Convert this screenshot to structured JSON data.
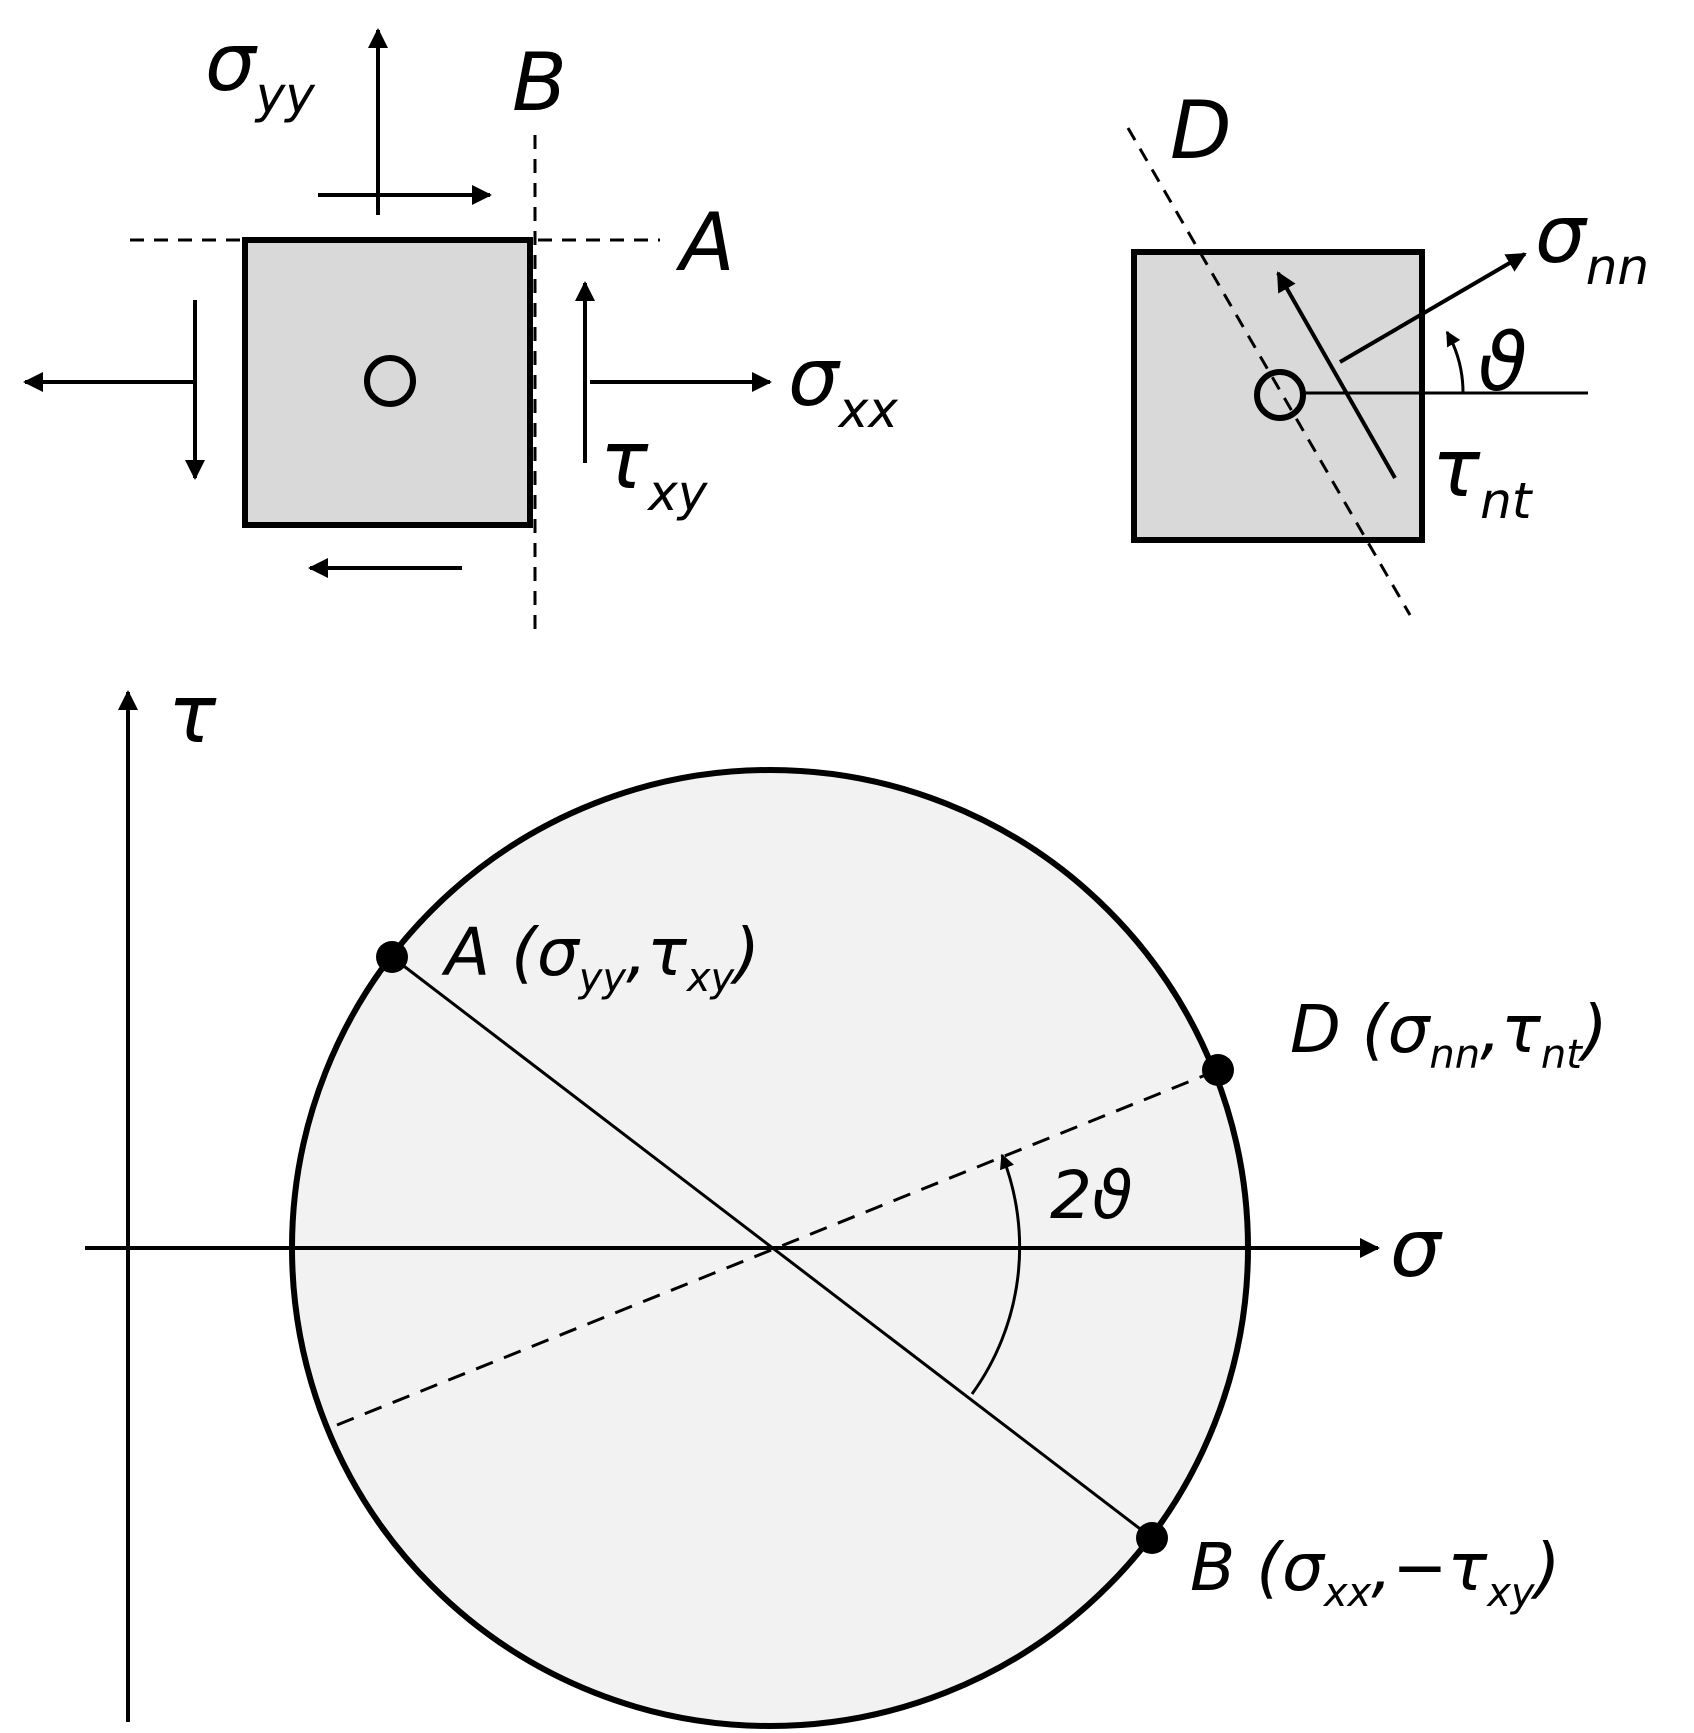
{
  "top_left": {
    "sigma_yy": {
      "base": "σ",
      "sub": "yy"
    },
    "sigma_xx": {
      "base": "σ",
      "sub": "xx"
    },
    "tau_xy": {
      "base": "τ",
      "sub": "xy"
    },
    "plane_a": "A",
    "plane_b": "B"
  },
  "top_right": {
    "plane_d": "D",
    "sigma_nn": {
      "base": "σ",
      "sub": "nn"
    },
    "tau_nt": {
      "base": "τ",
      "sub": "nt"
    },
    "angle": "ϑ"
  },
  "mohr": {
    "axis_sigma": "σ",
    "axis_tau": "τ",
    "angle": "2ϑ",
    "point_a": {
      "name": "A",
      "open": " (",
      "s_base": "σ",
      "s_sub": "yy",
      "comma": ",",
      "t_sign": "",
      "t_base": "τ",
      "t_sub": "xy",
      "close": ")"
    },
    "point_d": {
      "name": "D",
      "open": " (",
      "s_base": "σ",
      "s_sub": "nn",
      "comma": ",",
      "t_sign": "",
      "t_base": "τ",
      "t_sub": "nt",
      "close": ")"
    },
    "point_b": {
      "name": "B",
      "open": " (",
      "s_base": "σ",
      "s_sub": "xx",
      "comma": ",",
      "t_sign": "−",
      "t_base": "τ",
      "t_sub": "xy",
      "close": ")"
    }
  },
  "colors": {
    "element_fill": "#d9d9d9",
    "circle_fill": "#f2f2f2",
    "stroke": "#000000"
  }
}
